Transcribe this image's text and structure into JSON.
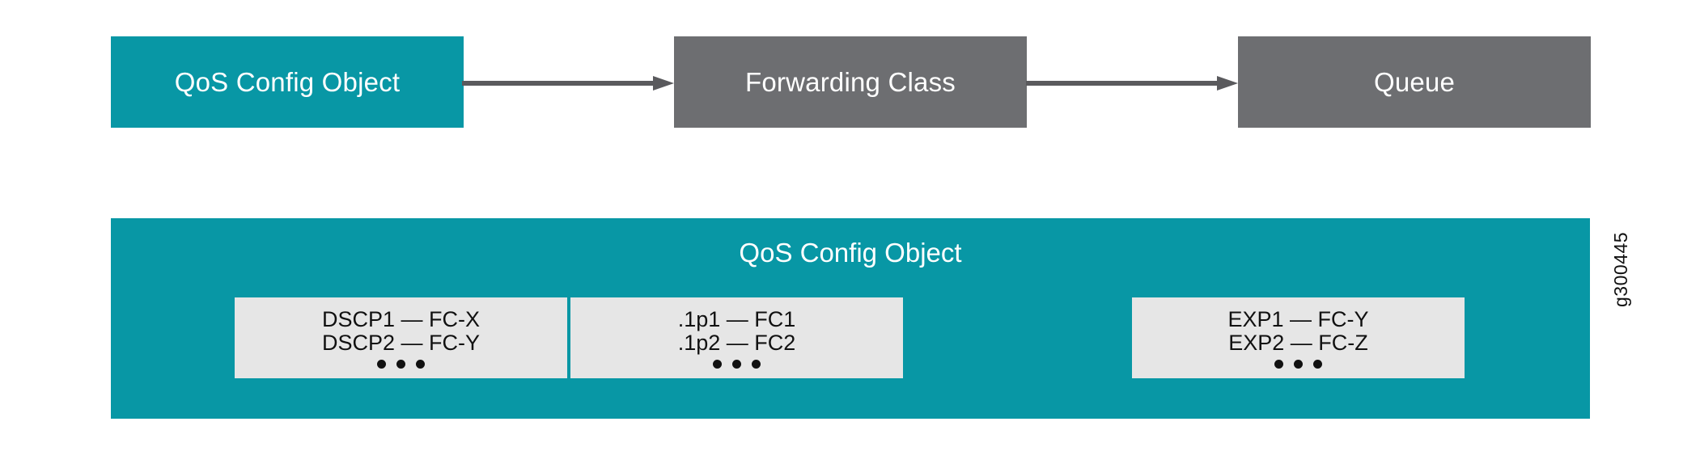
{
  "figure": {
    "id_label": "g300445",
    "background_color": "#ffffff"
  },
  "colors": {
    "teal": "#0897a5",
    "gray": "#6d6e71",
    "light_gray": "#e6e6e6",
    "arrow": "#5a5a5d",
    "box_text": "#ffffff",
    "mapping_text": "#111111"
  },
  "flow": {
    "boxes": [
      {
        "label": "QoS Config Object",
        "fill": "#0897a5",
        "text_color": "#ffffff"
      },
      {
        "label": "Forwarding Class",
        "fill": "#6d6e71",
        "text_color": "#ffffff"
      },
      {
        "label": "Queue",
        "fill": "#6d6e71",
        "text_color": "#ffffff"
      }
    ],
    "arrows": [
      {
        "from": "QoS Config Object",
        "to": "Forwarding Class",
        "direction": "right"
      },
      {
        "from": "Forwarding Class",
        "to": "Queue",
        "direction": "right"
      }
    ]
  },
  "panel": {
    "title": "QoS Config Object",
    "fill": "#0897a5",
    "mappings": [
      {
        "name": "dscp-mappings",
        "lines": [
          "DSCP1 — FC-X",
          "DSCP2 — FC-Y"
        ],
        "ellipsis": true
      },
      {
        "name": "dot1p-mappings",
        "lines": [
          ".1p1 — FC1",
          ".1p2 — FC2"
        ],
        "ellipsis": true
      },
      {
        "name": "exp-mappings",
        "lines": [
          "EXP1 — FC-Y",
          "EXP2 — FC-Z"
        ],
        "ellipsis": true
      }
    ]
  }
}
